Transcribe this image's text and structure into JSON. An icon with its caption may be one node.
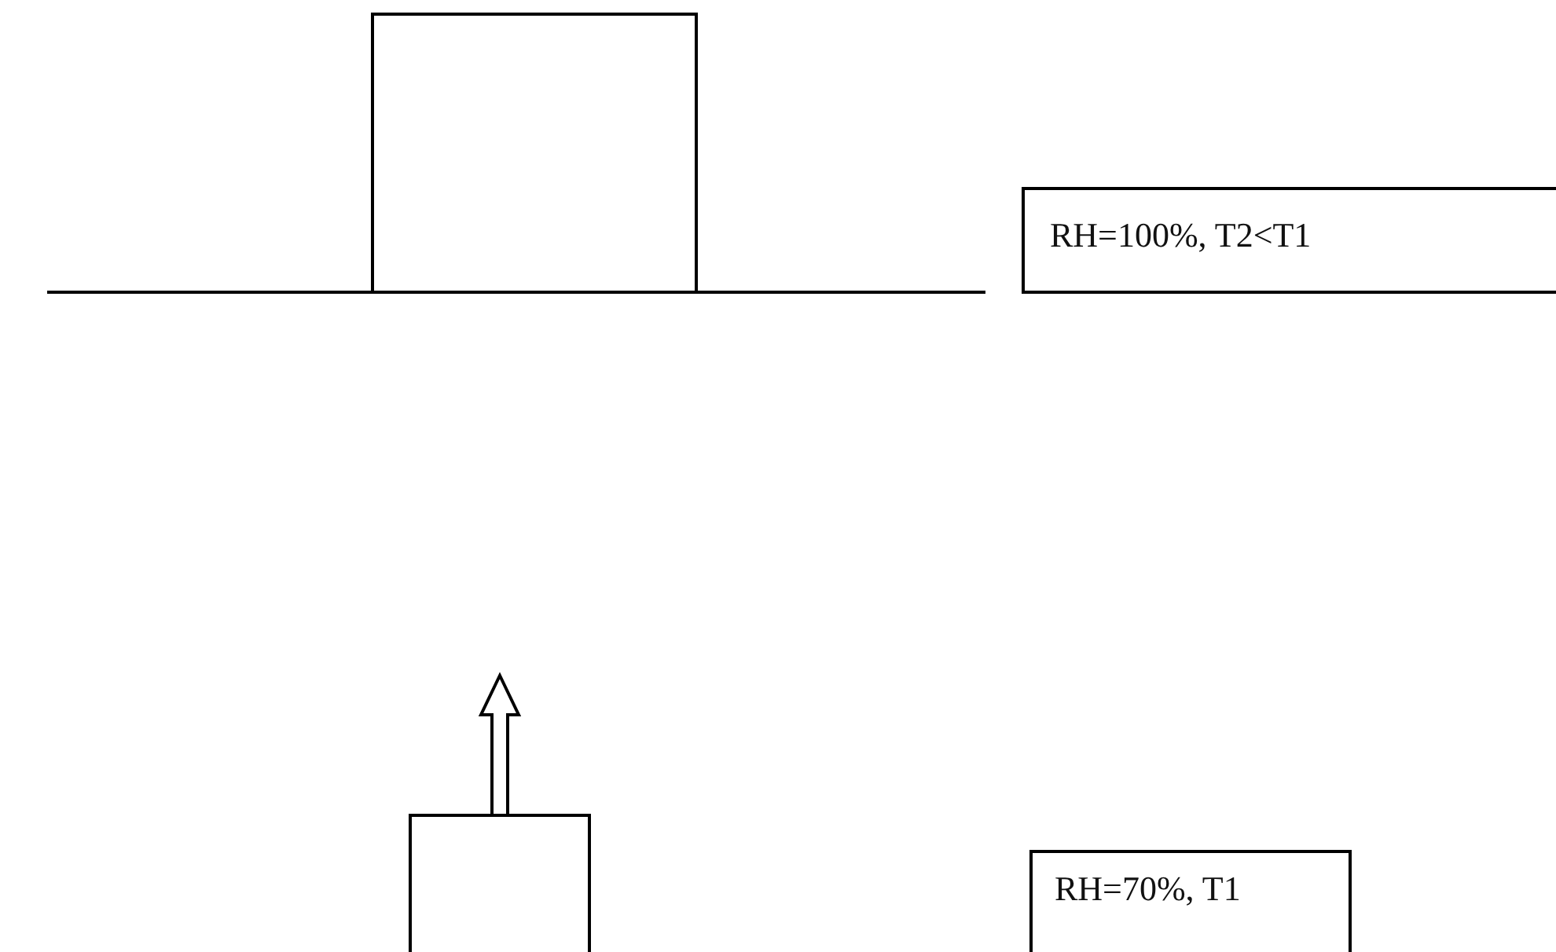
{
  "diagram": {
    "nodes": [
      {
        "text": [],
        "shape": "box"
      },
      {
        "text": [
          "RH=100%, T2<T1"
        ]
      },
      {
        "text": [],
        "shape": "box"
      },
      {
        "text": [
          "RH=70%, T1"
        ]
      }
    ]
  }
}
